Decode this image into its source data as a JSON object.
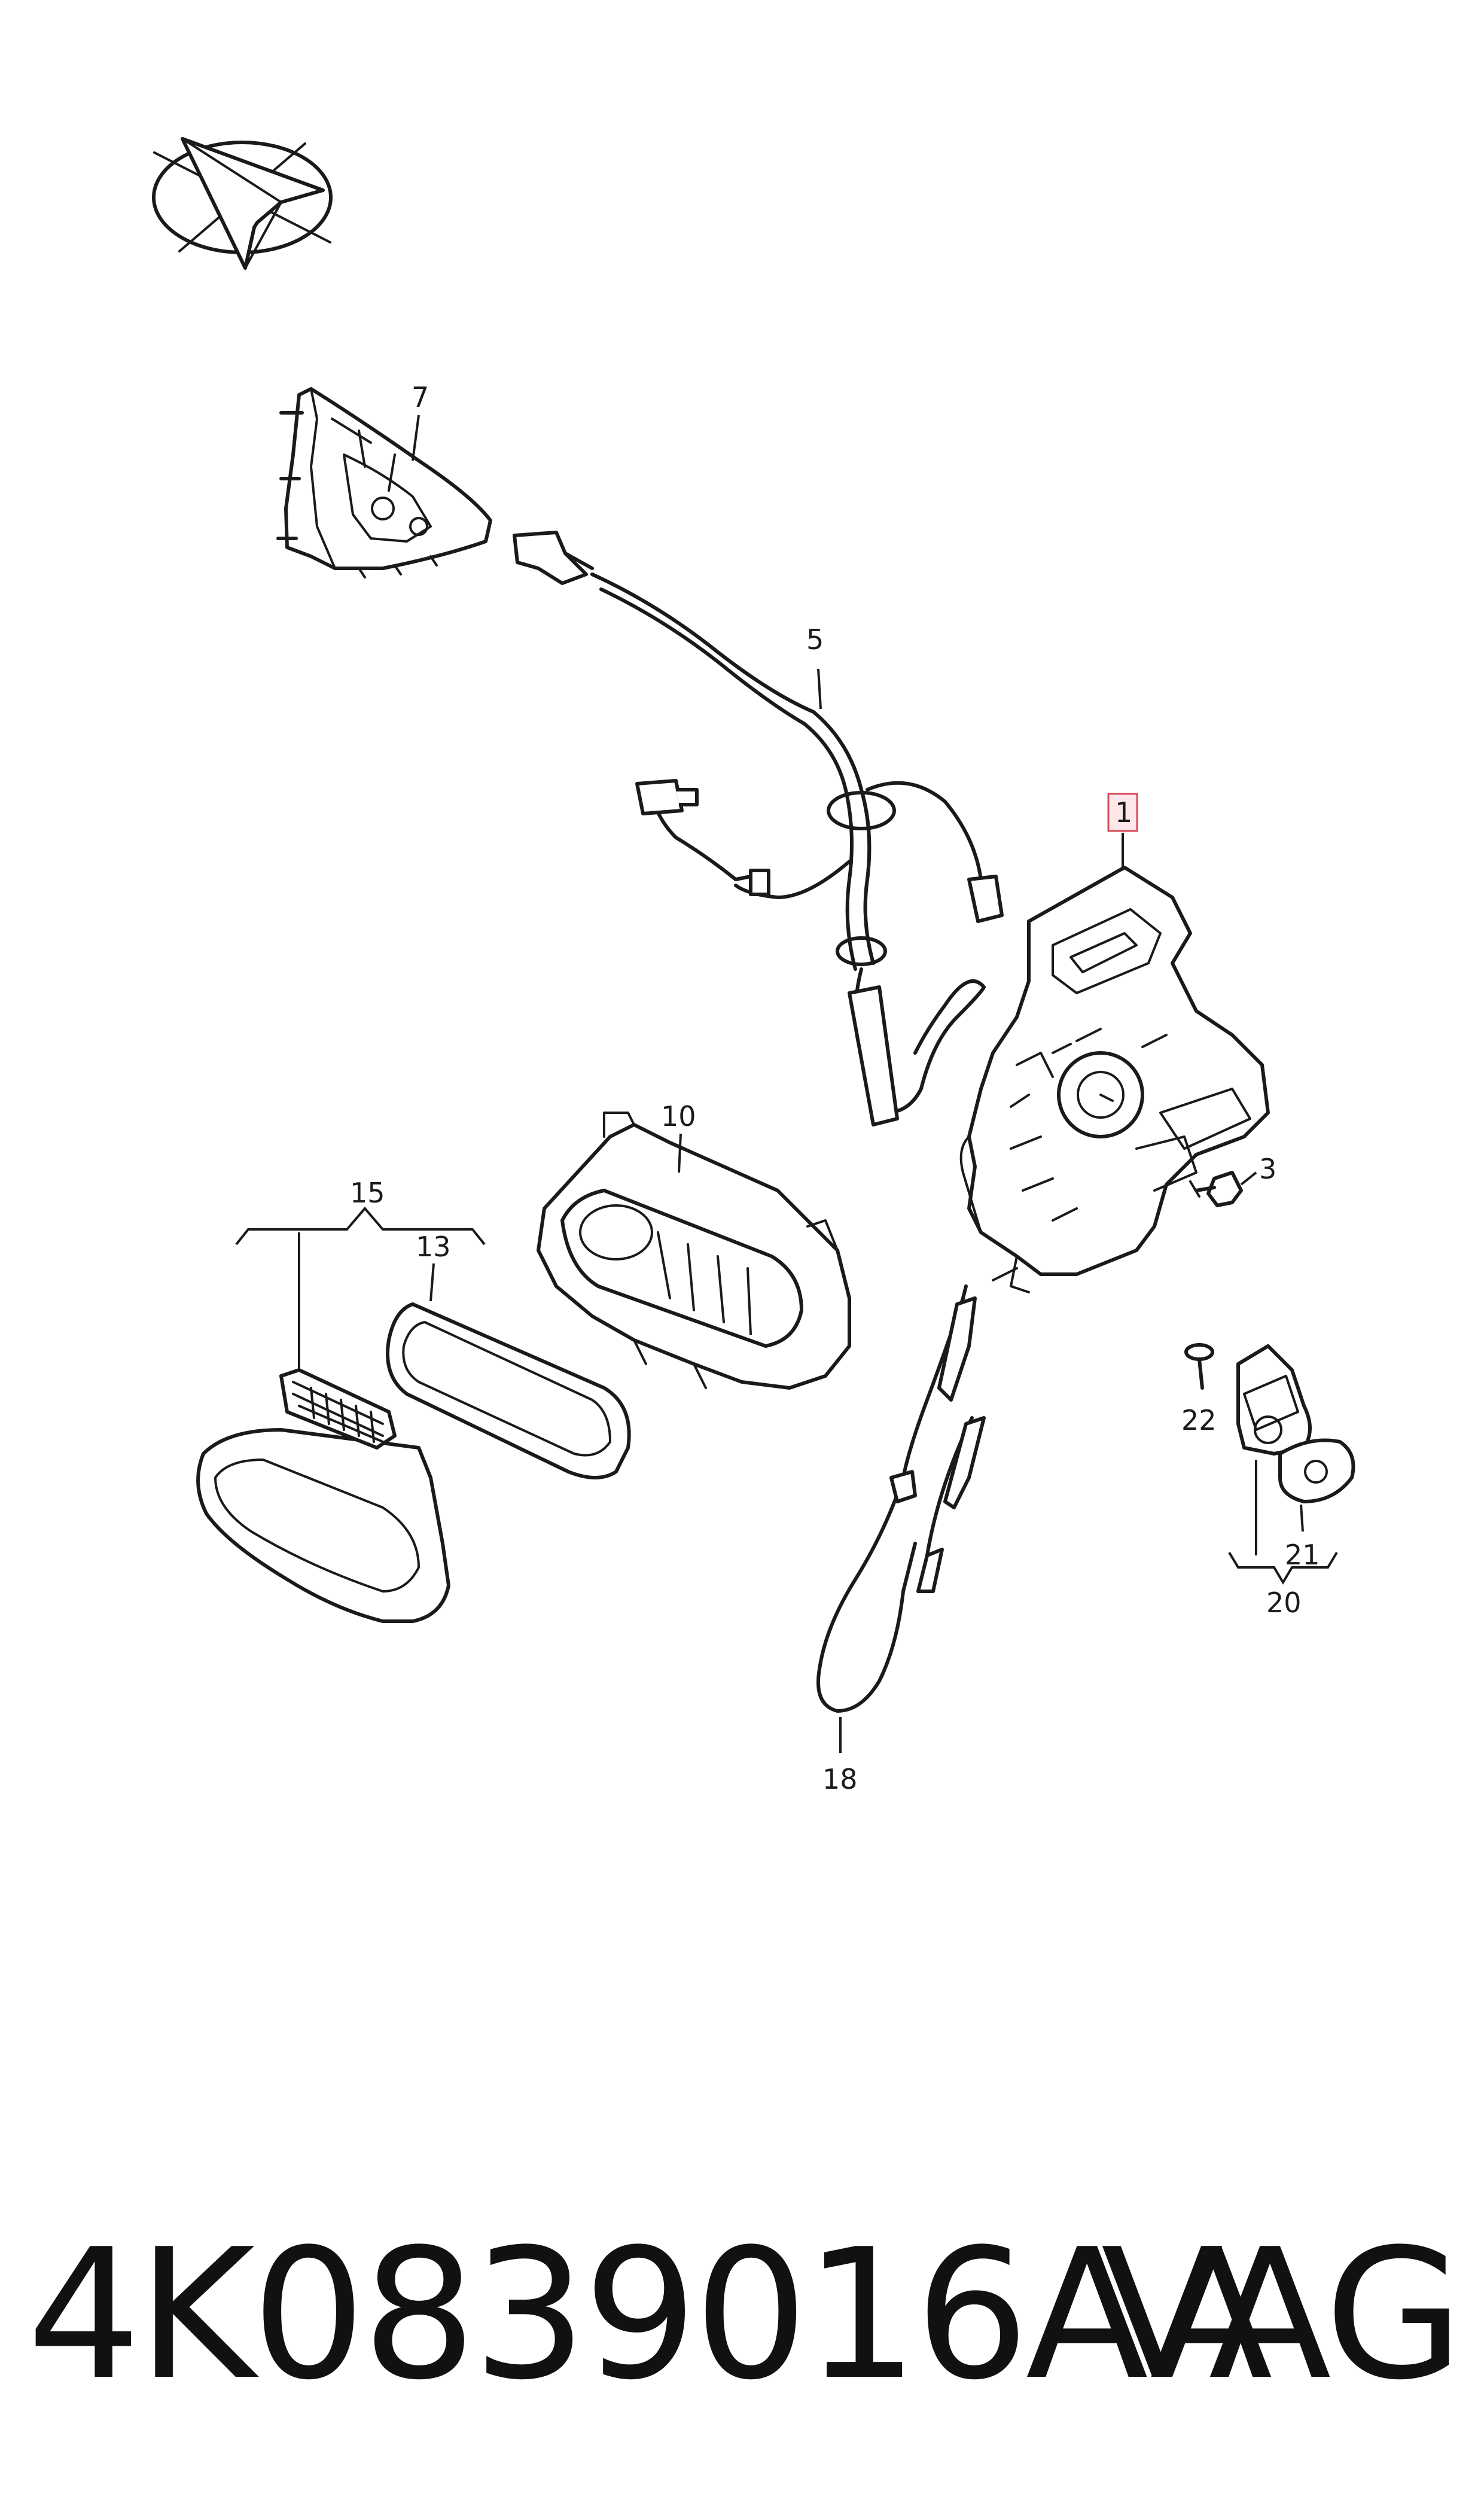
{
  "callouts": {
    "c1": "1",
    "c3": "3",
    "c5": "5",
    "c7": "7",
    "c10": "10",
    "c13": "13",
    "c15": "15",
    "c18": "18",
    "c20": "20",
    "c21": "21",
    "c22": "22"
  },
  "footer": {
    "part_number": "4K0839016AA",
    "brand": "VAG"
  },
  "colors": {
    "highlight_fill": "#fde7ea",
    "highlight_stroke": "#d94a5a",
    "line": "#1a1a1a"
  },
  "icons": {
    "orientation": "orientation-arrow-icon"
  }
}
